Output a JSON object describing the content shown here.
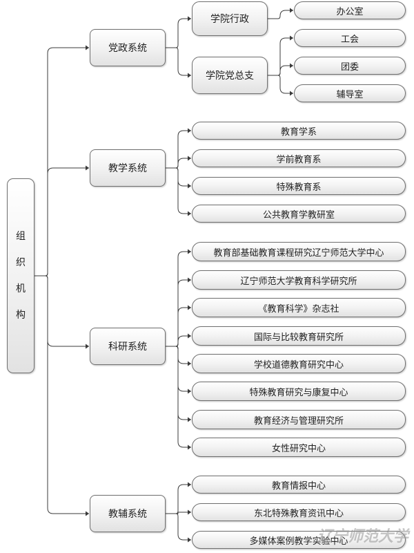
{
  "root": {
    "label": "组织机构",
    "chars": [
      "组",
      "织",
      "机",
      "构"
    ]
  },
  "branches": [
    {
      "label": "党政系统",
      "groups": [
        {
          "label": "学院行政",
          "items": [
            "办公室"
          ]
        },
        {
          "label": "学院党总支",
          "items": [
            "工会",
            "团委",
            "辅导室"
          ]
        }
      ]
    },
    {
      "label": "教学系统",
      "items": [
        "教育学系",
        "学前教育系",
        "特殊教育系",
        "公共教育学教研室"
      ]
    },
    {
      "label": "科研系统",
      "items": [
        "教育部基础教育课程研究辽宁师范大学中心",
        "辽宁师范大学教育科学研究所",
        "《教育科学》杂志社",
        "国际与比较教育研究所",
        "学校道德教育研究中心",
        "特殊教育研究与康复中心",
        "教育经济与管理研究所",
        "女性研究中心"
      ]
    },
    {
      "label": "教辅系统",
      "items": [
        "教育情报中心",
        "东北特殊教育资讯中心",
        "多媒体案例教学实验中心"
      ]
    }
  ],
  "watermark": "辽宁师范大学",
  "colors": {
    "line": "#3a3a3a",
    "border": "#6f6f6f",
    "fill_top": "#ffffff",
    "fill_bottom": "#e2e2e2"
  }
}
